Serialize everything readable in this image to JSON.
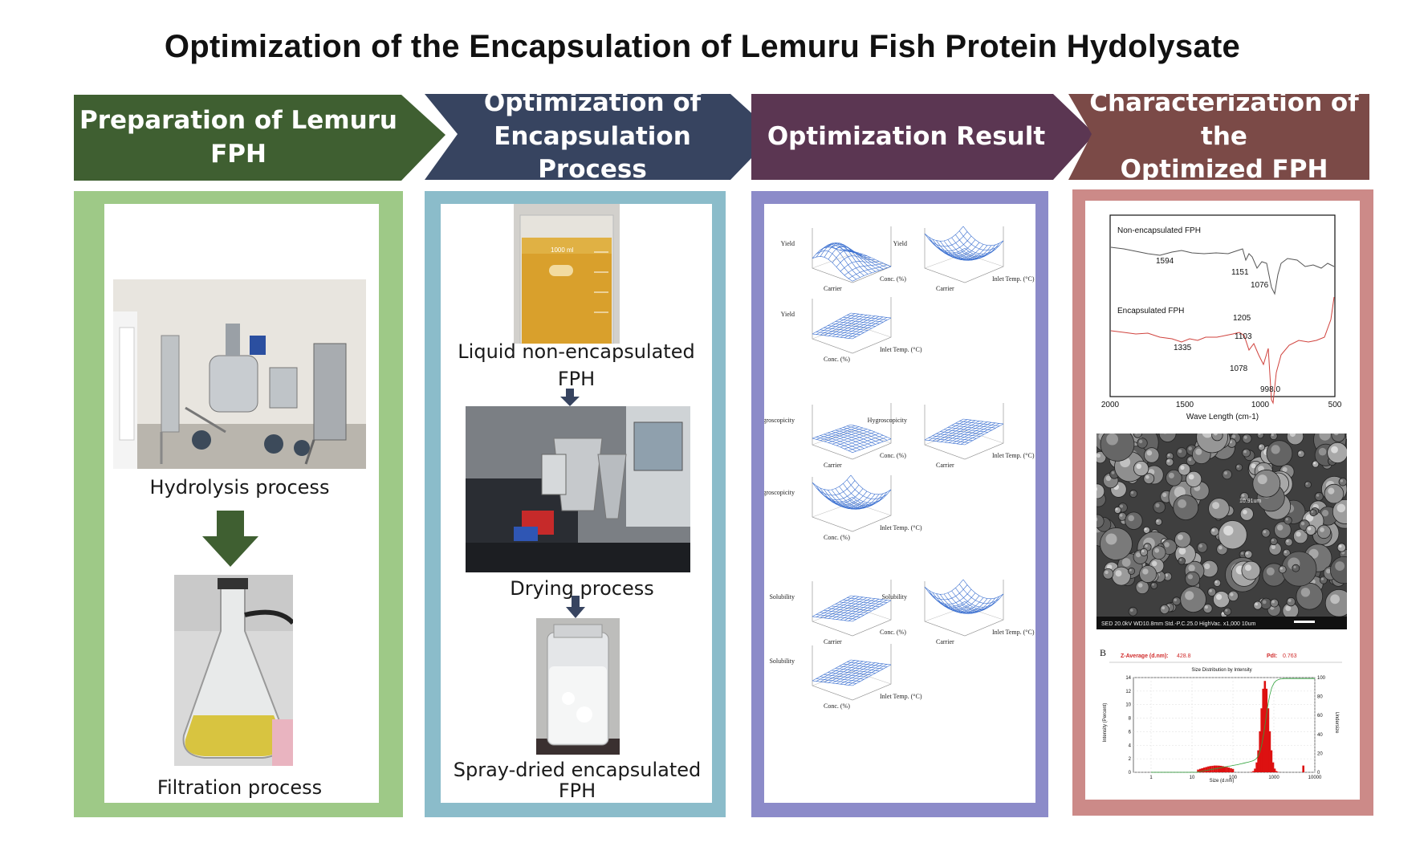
{
  "title": "Optimization of the Encapsulation of Lemuru Fish Protein Hydolysate",
  "colors": {
    "step1_header": "#3f5f31",
    "step1_panel": "#9ec987",
    "step2_header": "#374460",
    "step2_panel": "#8bbcca",
    "step3_header": "#5b3652",
    "step3_panel": "#8c8bc9",
    "step4_header": "#7b4a47",
    "step4_panel": "#cc8a88",
    "arrow_dark_green": "#3f5f31",
    "arrow_navy": "#374460"
  },
  "steps": [
    {
      "header_lines": [
        "Preparation of Lemuru",
        "FPH"
      ],
      "captions": [
        "Hydrolysis process",
        "Filtration process"
      ]
    },
    {
      "header_lines": [
        "Optimization of",
        "Encapsulation Process"
      ],
      "captions": [
        "Liquid non-encapsulated FPH",
        "Drying process",
        "Spray-dried encapsulated FPH"
      ]
    },
    {
      "header_lines": [
        "Optimization Result"
      ],
      "plot_labels": {
        "yield": "Yield",
        "hygroscopicity": "Hygroscopicity",
        "solubility": "Solubility",
        "carrier": "Carrier",
        "conc": "Conc. (%)",
        "inlet": "Inlet Temp. (°C)"
      }
    },
    {
      "header_lines": [
        "Characterization of the",
        "Optimized FPH"
      ],
      "ftir": {
        "label_top": "Non-encapsulated FPH",
        "label_bottom": "Encapsulated FPH",
        "xlabel": "Wave Length (cm-1)",
        "ticks": [
          "2000",
          "1500",
          "1000",
          "500"
        ],
        "peaks_top": [
          "1594",
          "1151",
          "1076"
        ],
        "peaks_bottom": [
          "1205",
          "1335",
          "1103",
          "1078",
          "998.0"
        ]
      },
      "sem_bar": "SED    20.0kV    WD10.8mm    Std.-P.C.25.0    HighVac.    x1,000        10um",
      "sem_scale": "10.91um",
      "psd": {
        "panel_letter": "B",
        "z_label": "Z-Average (d.nm):",
        "z_value": "428.8",
        "pdi_label": "PdI:",
        "pdi_value": "0.763",
        "chart_title": "Size Distribution by Intensity",
        "ylabel": "Intensity (Percent)",
        "y2label": "Undersize",
        "xlabel": "Size (d.nm)",
        "yticks": [
          "14",
          "12",
          "10",
          "8",
          "6",
          "4",
          "2",
          "0"
        ],
        "y2ticks": [
          "100",
          "80",
          "60",
          "40",
          "20",
          "0"
        ],
        "xticks": [
          "1",
          "10",
          "100",
          "1000",
          "10000"
        ]
      }
    }
  ]
}
